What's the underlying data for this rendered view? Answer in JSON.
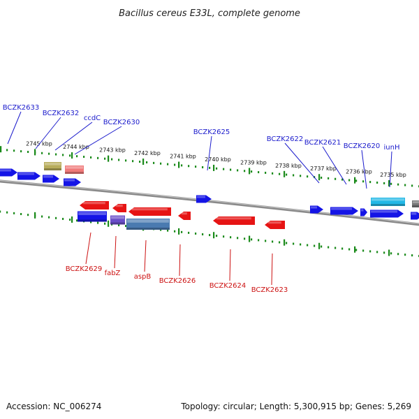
{
  "title": "Bacillus cereus E33L, complete genome",
  "footer": {
    "accession": "Accession: NC_006274",
    "topology": "Topology: circular; Length: 5,300,915 bp; Genes: 5,269"
  },
  "colors": {
    "forward_gene": "#1414e6",
    "reverse_gene": "#e61414",
    "tick": "#1a8a1a",
    "backbone": "#808080",
    "label_top": "#1a1acc",
    "label_bottom": "#cc1111"
  },
  "scale_labels": [
    "2745 kbp",
    "2744 kbp",
    "2743 kbp",
    "2742 kbp",
    "2741 kbp",
    "2740 kbp",
    "2739 kbp",
    "2738 kbp",
    "2737 kbp",
    "2736 kbp",
    "2735 kbp"
  ],
  "forward_genes": [
    {
      "label": "BCZK2633",
      "color": "#1414e6"
    },
    {
      "label": "BCZK2632",
      "color": "#1414e6"
    },
    {
      "label": "ccdC",
      "color": "#b8ad5c"
    },
    {
      "label": "BCZK2630",
      "color": "#f07a7a"
    },
    {
      "label": "BCZK2625",
      "color": "#1414e6"
    },
    {
      "label": "BCZK2622",
      "color": "#1414e6"
    },
    {
      "label": "BCZK2621",
      "color": "#1414e6"
    },
    {
      "label": "BCZK2620",
      "color": "#1414e6"
    },
    {
      "label": "iunH",
      "color": "#22b8e6"
    }
  ],
  "reverse_genes": [
    {
      "label": "BCZK2629",
      "color": "#1414e6"
    },
    {
      "label": "fabZ",
      "color": "#6a4ec8"
    },
    {
      "label": "aspB",
      "color": "#4a7ab0"
    },
    {
      "label": "BCZK2626",
      "color": "#e61414"
    },
    {
      "label": "BCZK2624",
      "color": "#e61414"
    },
    {
      "label": "BCZK2623",
      "color": "#e61414"
    }
  ]
}
